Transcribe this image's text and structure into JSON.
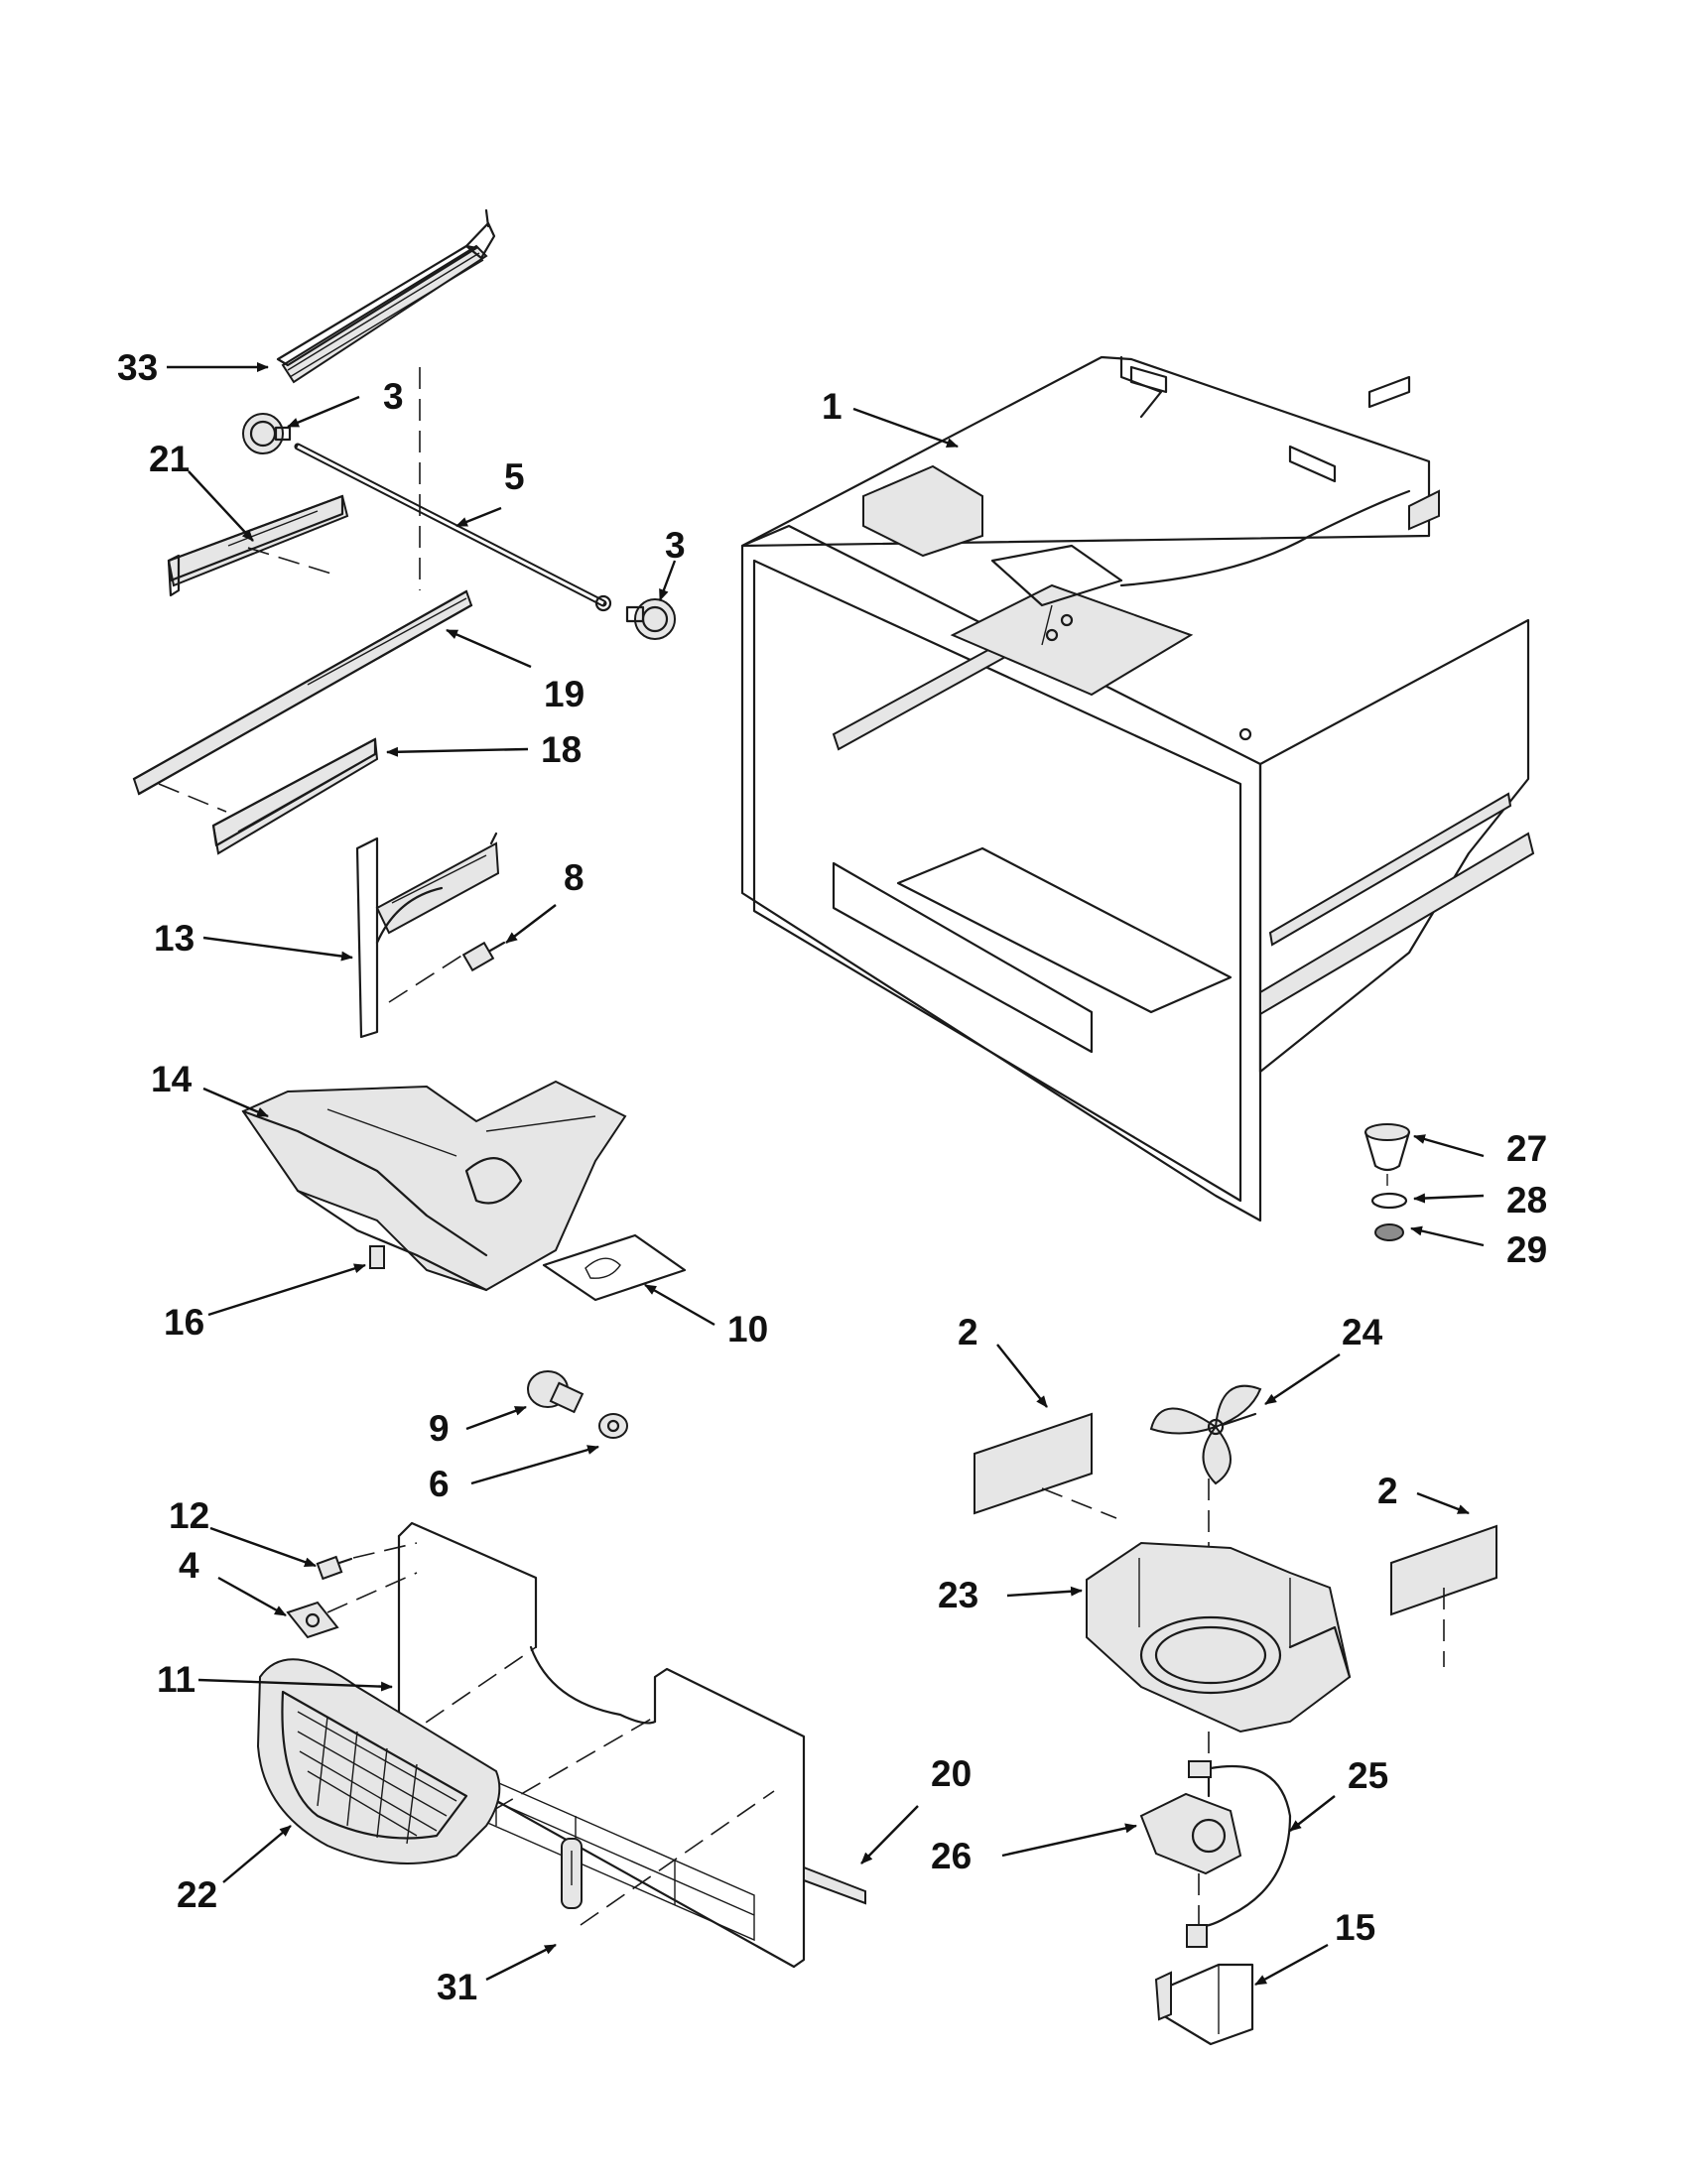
{
  "callouts": {
    "p1": "1",
    "p2a": "2",
    "p2b": "2",
    "p3a": "3",
    "p3b": "3",
    "p4": "4",
    "p5": "5",
    "p6": "6",
    "p8": "8",
    "p9": "9",
    "p10": "10",
    "p11": "11",
    "p12": "12",
    "p13": "13",
    "p14": "14",
    "p15": "15",
    "p16": "16",
    "p18": "18",
    "p19": "19",
    "p20": "20",
    "p21": "21",
    "p22": "22",
    "p23": "23",
    "p24": "24",
    "p25": "25",
    "p26": "26",
    "p27": "27",
    "p28": "28",
    "p29": "29",
    "p31": "31",
    "p33": "33"
  },
  "colors": {
    "line": "#1a1a1a",
    "shade": "#e6e6e6",
    "dark": "#8c8c8c",
    "background": "#ffffff"
  }
}
